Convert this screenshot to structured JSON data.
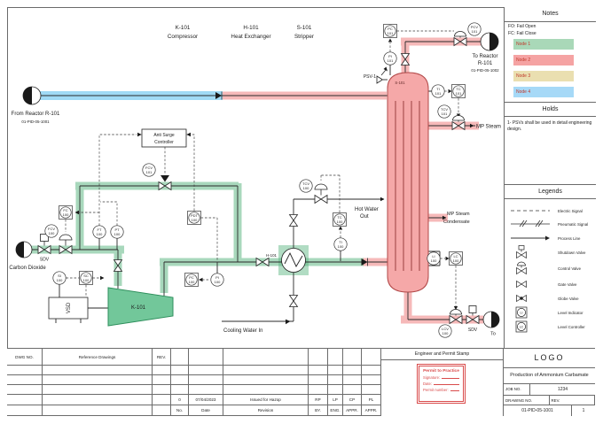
{
  "titles": {
    "headers": [
      {
        "tag": "K-101",
        "name": "Compressor"
      },
      {
        "tag": "H-101",
        "name": "Heat Exchanger"
      },
      {
        "tag": "S-101",
        "name": "Stripper"
      }
    ]
  },
  "labels": {
    "from_reactor": "From Reactor R-101",
    "from_reactor_line": "01-PID-05-1001",
    "to_reactor_1": "To Reactor",
    "to_reactor_2": "R-101",
    "to_reactor_line": "01-PID-05-1002",
    "carbon_dioxide": "Carbon Dioxide",
    "mp_steam": "MP Steam",
    "condensate_1": "MP Steam",
    "condensate_2": "Condensate",
    "hot_water_1": "Hot Water",
    "hot_water_2": "Out",
    "cooling_water": "Cooling Water In",
    "psv": "PSV-1",
    "sdv_in": "SDV",
    "sdv_out": "SDV",
    "to": "To",
    "s101": "S-101",
    "k101": "K-101",
    "h101": "H-101",
    "vsd": "VSD",
    "asc_1": "Anti Surge",
    "asc_2": "Controller"
  },
  "inst": {
    "fc100": {
      "t": "FC",
      "n": "100"
    },
    "fcv100": {
      "t": "FCV",
      "n": "100"
    },
    "ft100": {
      "t": "FT",
      "n": "100"
    },
    "pt100": {
      "t": "PT",
      "n": "100"
    },
    "si100": {
      "t": "SI",
      "n": "100"
    },
    "sc100": {
      "t": "SC",
      "n": "100"
    },
    "pdt100": {
      "t": "PDT",
      "n": "100"
    },
    "pc100": {
      "t": "PC",
      "n": "100"
    },
    "pi100": {
      "t": "PI",
      "n": "100"
    },
    "fcv101": {
      "t": "FCV",
      "n": "101"
    },
    "tcv100": {
      "t": "TCV",
      "n": "100"
    },
    "tc100": {
      "t": "TC",
      "n": "100"
    },
    "ti100": {
      "t": "TI",
      "n": "100"
    },
    "pc101": {
      "t": "PC",
      "n": "101"
    },
    "pi101": {
      "t": "PI",
      "n": "101"
    },
    "pcv101": {
      "t": "PCV",
      "n": "101"
    },
    "ti101": {
      "t": "TI",
      "n": "101"
    },
    "tc101": {
      "t": "TC",
      "n": "101"
    },
    "tcv101": {
      "t": "TCV",
      "n": "101"
    },
    "li100": {
      "t": "LI",
      "n": "100"
    },
    "lc100": {
      "t": "LC",
      "n": "100"
    },
    "lcv100": {
      "t": "LCV",
      "n": "100"
    }
  },
  "notes": {
    "title": "Notes",
    "line1": "FO: Fail Open",
    "line2": "FC: Fail Close",
    "nodes": [
      {
        "label": "Node 1",
        "color": "#a9d8b8"
      },
      {
        "label": "Node 2",
        "color": "#f5a3a3"
      },
      {
        "label": "Node 3",
        "color": "#eadfb0"
      },
      {
        "label": "Node 4",
        "color": "#a6d9f7"
      }
    ]
  },
  "holds": {
    "title": "Holds",
    "text": "1- PSVs shall be used in detail engineering design."
  },
  "legends": {
    "title": "Legends",
    "items": [
      "Electric Signal",
      "Pneumatic Signal",
      "Process Line",
      "Shutdown Valve",
      "Control Valve",
      "Gate Valve",
      "Globe Valve",
      "Level Indicator",
      "Level Controller"
    ],
    "li_glyph": "LI",
    "lc_glyph": "LC"
  },
  "title_block": {
    "ref_headers": [
      "DWG NO.",
      "Reference Drawings",
      "REV."
    ],
    "rev_entry": [
      "0",
      "07/04/2023",
      "Issued for Hazop",
      "RP",
      "LP",
      "CP",
      "PL"
    ],
    "rev_footer": [
      "No.",
      "Date",
      "Revision",
      "BY.",
      "ENG.",
      "APPR.",
      "APPR."
    ],
    "stamp": {
      "header": "Engineer and Permit Stamp",
      "title": "Permit to Practice",
      "lines": [
        "Signature:",
        "Date:",
        "Permit number:"
      ]
    },
    "company": {
      "logo": "LOGO",
      "project": "Production of Ammonium Carbamate",
      "job_label": "JOB NO.",
      "job_no": "1234",
      "dwg_label": "DRAWING NO.",
      "rev_label": "REV.",
      "dwg_no": "01-PID-05-1001",
      "rev": "1"
    }
  }
}
